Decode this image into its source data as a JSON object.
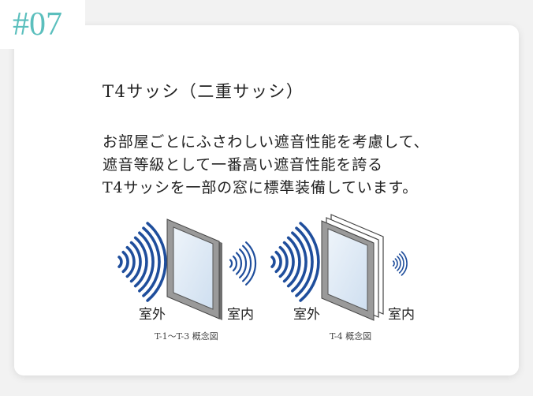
{
  "tag": "#07",
  "title": "T4サッシ（二重サッシ）",
  "body_lines": [
    "お部屋ごとにふさわしい遮音性能を考慮して、",
    "遮音等級として一番高い遮音性能を誇る",
    "T4サッシを一部の窓に標準装備しています。"
  ],
  "diagrams": [
    {
      "outside_label": "室外",
      "inside_label": "室内",
      "caption": "T-1〜T-3 概念図"
    },
    {
      "outside_label": "室外",
      "inside_label": "室内",
      "caption": "T-4 概念図"
    }
  ],
  "colors": {
    "accent": "#5bbfbd",
    "wave": "#1f4e9c",
    "frame": "#8a8a8a",
    "glass": "#d9e6f2"
  }
}
